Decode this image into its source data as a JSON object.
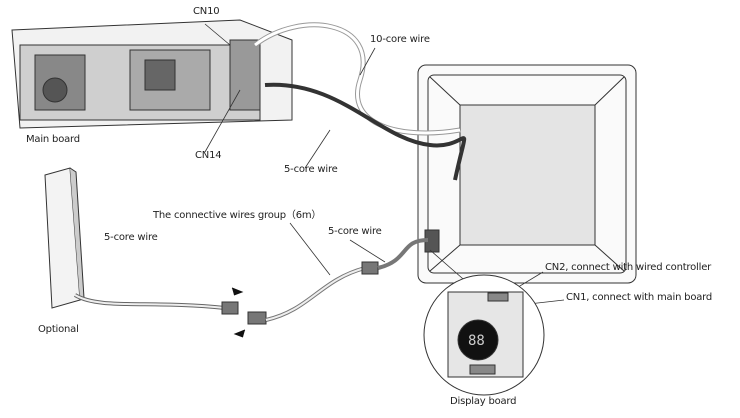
{
  "labels": {
    "cn10": "CN10",
    "ten_core_wire": "10-core wire",
    "main_board": "Main board",
    "cn14": "CN14",
    "five_core_wire_center": "5-core wire",
    "connective_group": "The connective wires group（6m）",
    "five_core_wire_right": "5-core wire",
    "five_core_wire_left": "5-core wire",
    "optional": "Optional",
    "cn2": "CN2, connect with wired controller",
    "cn1": "CN1, connect with main board",
    "display_board": "Display board"
  }
}
